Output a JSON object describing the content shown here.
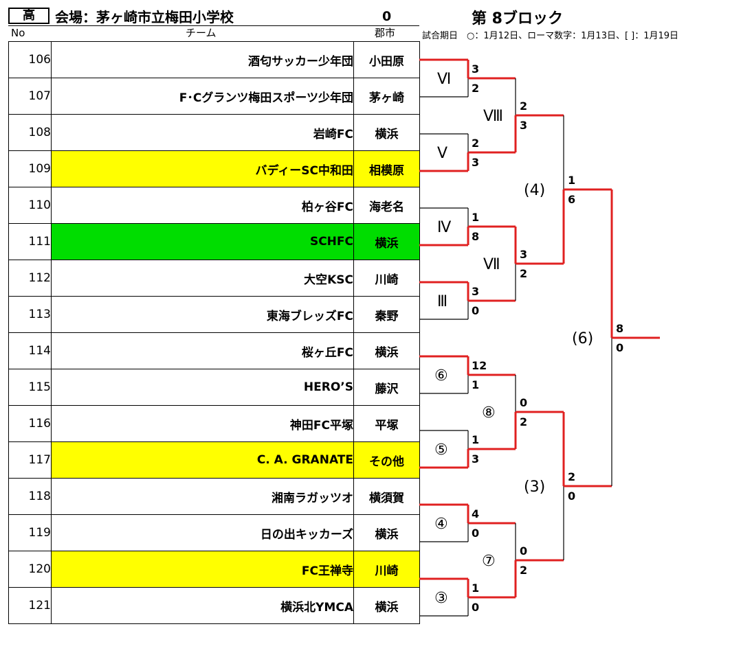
{
  "header": {
    "grade": "高",
    "venue": "会場：茅ヶ崎市立梅田小学校",
    "count": "0",
    "block": "第 8ブロック",
    "legend": "試合期日　○：1月12日、ローマ数字：1月13日、[ ]：1月19日",
    "col_no": "No",
    "col_team": "チーム",
    "col_city": "郡市"
  },
  "teams": [
    {
      "no": "106",
      "name": "酒匂サッカー少年団",
      "city": "小田原",
      "highlight": ""
    },
    {
      "no": "107",
      "name": "F･Cグランツ梅田スポーツ少年団",
      "city": "茅ヶ崎",
      "highlight": ""
    },
    {
      "no": "108",
      "name": "岩崎FC",
      "city": "横浜",
      "highlight": ""
    },
    {
      "no": "109",
      "name": "バディーSC中和田",
      "city": "相模原",
      "highlight": "#ffff00"
    },
    {
      "no": "110",
      "name": "柏ヶ谷FC",
      "city": "海老名",
      "highlight": ""
    },
    {
      "no": "111",
      "name": "SCHFC",
      "city": "横浜",
      "highlight": "#00dd00"
    },
    {
      "no": "112",
      "name": "大空KSC",
      "city": "川崎",
      "highlight": ""
    },
    {
      "no": "113",
      "name": "東海ブレッズFC",
      "city": "秦野",
      "highlight": ""
    },
    {
      "no": "114",
      "name": "桜ヶ丘FC",
      "city": "横浜",
      "highlight": ""
    },
    {
      "no": "115",
      "name": "HERO’S",
      "city": "藤沢",
      "highlight": ""
    },
    {
      "no": "116",
      "name": "神田FC平塚",
      "city": "平塚",
      "highlight": ""
    },
    {
      "no": "117",
      "name": "C. A. GRANATE",
      "city": "その他",
      "highlight": "#ffff00"
    },
    {
      "no": "118",
      "name": "湘南ラガッツオ",
      "city": "横須賀",
      "highlight": ""
    },
    {
      "no": "119",
      "name": "日の出キッカーズ",
      "city": "横浜",
      "highlight": ""
    },
    {
      "no": "120",
      "name": "FC王禅寺",
      "city": "川崎",
      "highlight": "#ffff00"
    },
    {
      "no": "121",
      "name": "横浜北YMCA",
      "city": "横浜",
      "highlight": ""
    }
  ],
  "bracket": {
    "winner_color": "#e02020",
    "match_labels": [
      "Ⅵ",
      "Ⅴ",
      "Ⅳ",
      "Ⅲ",
      "⑥",
      "⑤",
      "④",
      "③",
      "Ⅷ",
      "Ⅶ",
      "⑧",
      "⑦",
      "(4)",
      "(3)",
      "(6)"
    ],
    "scores": {
      "r1": [
        [
          "3",
          "2"
        ],
        [
          "2",
          "3"
        ],
        [
          "1",
          "8"
        ],
        [
          "3",
          "0"
        ],
        [
          "12",
          "1"
        ],
        [
          "1",
          "3"
        ],
        [
          "4",
          "0"
        ],
        [
          "1",
          "0"
        ]
      ],
      "r2": [
        [
          "2",
          "3"
        ],
        [
          "3",
          "2"
        ],
        [
          "0",
          "2"
        ],
        [
          "0",
          "2"
        ]
      ],
      "r3": [
        [
          "1",
          "6"
        ],
        [
          "2",
          "0"
        ]
      ],
      "final": [
        "8",
        "0"
      ]
    }
  }
}
